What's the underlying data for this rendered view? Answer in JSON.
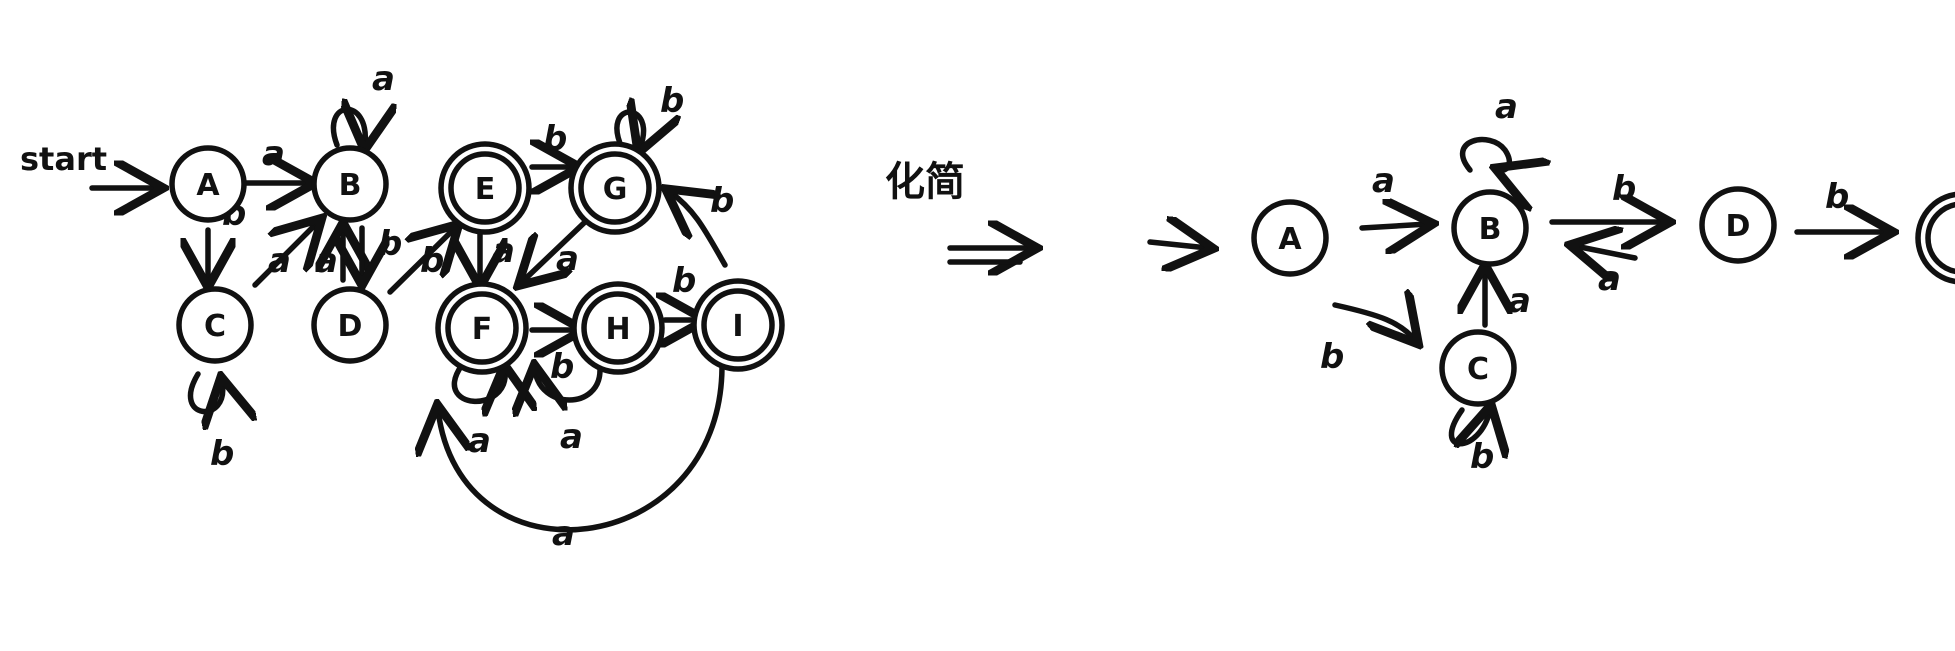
{
  "left_dfa": {
    "start_label": "start",
    "states": [
      {
        "id": "A",
        "label": "A",
        "accepting": false
      },
      {
        "id": "B",
        "label": "B",
        "accepting": false
      },
      {
        "id": "C",
        "label": "C",
        "accepting": false
      },
      {
        "id": "D",
        "label": "D",
        "accepting": false
      },
      {
        "id": "E",
        "label": "E",
        "accepting": true
      },
      {
        "id": "F",
        "label": "F",
        "accepting": true
      },
      {
        "id": "G",
        "label": "G",
        "accepting": true
      },
      {
        "id": "H",
        "label": "H",
        "accepting": true
      },
      {
        "id": "I",
        "label": "I",
        "accepting": true
      }
    ],
    "edge_labels": {
      "A_B": "a",
      "B_B": "a",
      "A_C": "b",
      "C_C": "b",
      "C_B": "a",
      "D_B": "a",
      "B_D": "b",
      "D_E": "b",
      "E_G": "b",
      "G_G": "b",
      "E_F": "a",
      "G_F": "a",
      "F_F": "a",
      "F_H": "b",
      "H_F": "a",
      "H_I": "b",
      "I_G": "b",
      "I_F": "a"
    }
  },
  "transform_label": "化简",
  "right_dfa": {
    "states": [
      {
        "id": "A",
        "label": "A",
        "accepting": false
      },
      {
        "id": "B",
        "label": "B",
        "accepting": false
      },
      {
        "id": "C",
        "label": "C",
        "accepting": false
      },
      {
        "id": "D",
        "label": "D",
        "accepting": false
      },
      {
        "id": "E",
        "label": "",
        "accepting": true
      }
    ],
    "edge_labels": {
      "A_B": "a",
      "B_B": "a",
      "A_C": "b",
      "C_B": "a",
      "C_C": "b",
      "B_D": "b",
      "D_B": "a",
      "D_E": "b"
    }
  },
  "colors": {
    "ink": "#111111",
    "background": "#ffffff"
  }
}
